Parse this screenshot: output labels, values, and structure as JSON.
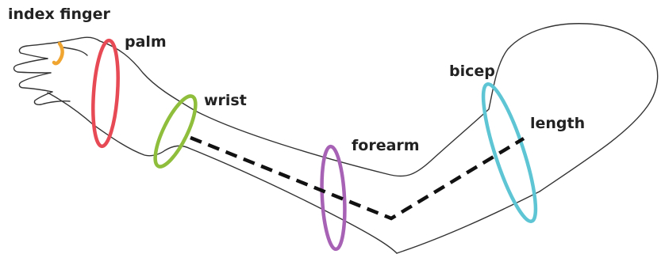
{
  "labels": {
    "index_finger": "index finger",
    "palm": "palm",
    "wrist": "wrist",
    "forearm": "forearm",
    "bicep": "bicep",
    "length": "length"
  },
  "colors": {
    "index_finger": "#f0a531",
    "palm": "#e84a55",
    "wrist": "#8fbe3c",
    "forearm": "#a761b5",
    "bicep": "#5ec5d5",
    "outline": "#333333",
    "length_line": "#111111",
    "text": "#222222"
  }
}
